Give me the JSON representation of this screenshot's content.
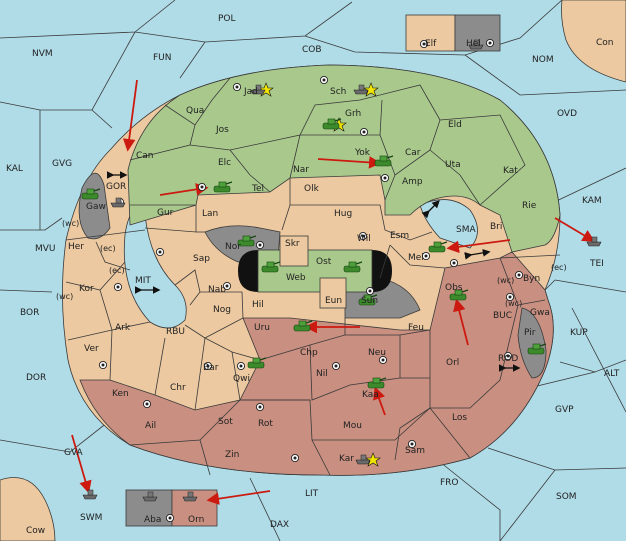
{
  "colors": {
    "sea": "#b0dce8",
    "neutral": "#ecc9a0",
    "green": "#a9c98c",
    "red": "#c98f80",
    "grey": "#8c8c8c",
    "black": "#111111",
    "arrow": "#cc1a10"
  },
  "sea_labels": {
    "pol": "POL",
    "nvm": "NVM",
    "fun": "FUN",
    "cob": "COB",
    "nom": "NOM",
    "ovd": "OVD",
    "kal": "KAL",
    "gvg": "GVG",
    "kam": "KAM",
    "mvu": "MVU",
    "mit": "MIT",
    "bor": "BOR",
    "rbu": "RBU",
    "dor": "DOR",
    "buc": "BUC",
    "kup": "KUP",
    "alt": "ALT",
    "rod": "ROD",
    "gvp": "GVP",
    "gva": "GVA",
    "fro": "FRO",
    "som": "SOM",
    "lit": "LIT",
    "swm": "SWM",
    "dax": "DAX",
    "sma": "SMA",
    "gor": "GOR",
    "tei": "TEI"
  },
  "land_labels": {
    "jad": "Jad",
    "sch": "Sch",
    "qua": "Qua",
    "jos": "Jos",
    "grh": "Grh",
    "eld": "Eld",
    "can": "Can",
    "elc": "Elc",
    "yok": "Yok",
    "car": "Car",
    "uta": "Uta",
    "kat": "Kat",
    "nar": "Nar",
    "olk": "Olk",
    "amp": "Amp",
    "tel": "Tel",
    "gur": "Gur",
    "lan": "Lan",
    "hug": "Hug",
    "rie": "Rie",
    "gaw": "Gaw",
    "nor": "Nor",
    "skr": "Skr",
    "ost": "Ost",
    "wil": "Wil",
    "esm": "Esm",
    "bri": "Bri",
    "her": "Her",
    "sap": "Sap",
    "web": "Web",
    "mel": "Mel",
    "kor": "Kor",
    "nab": "Nab",
    "eun": "Eun",
    "obs": "Obs",
    "byn": "Byn",
    "hil": "Hil",
    "sun": "Sun",
    "nog": "Nog",
    "gwa": "Gwa",
    "ark": "Ark",
    "uru": "Uru",
    "feu": "Feu",
    "pir": "Pir",
    "ver": "Ver",
    "chp": "Chp",
    "neu": "Neu",
    "bar": "Bar",
    "orl": "Orl",
    "qwi": "Qwi",
    "nil": "Nil",
    "chr": "Chr",
    "ken": "Ken",
    "kaa": "Kaa",
    "los": "Los",
    "ail": "Ail",
    "sot": "Sot",
    "rot": "Rot",
    "mou": "Mou",
    "zin": "Zin",
    "sam": "Sam",
    "kar": "Kar",
    "elf": "Elf",
    "hel": "Hel",
    "con": "Con",
    "cow": "Cow",
    "aba": "Aba",
    "orn": "Orn"
  },
  "coast_markers": {
    "wc_her": "(wc)",
    "ec_her": "(ec)",
    "ec_kor": "(ec)",
    "wc_kor": "(wc)",
    "wc_byn": "(wc)",
    "ec_byn": "(ec)",
    "wc_gwa": "(wc)"
  }
}
